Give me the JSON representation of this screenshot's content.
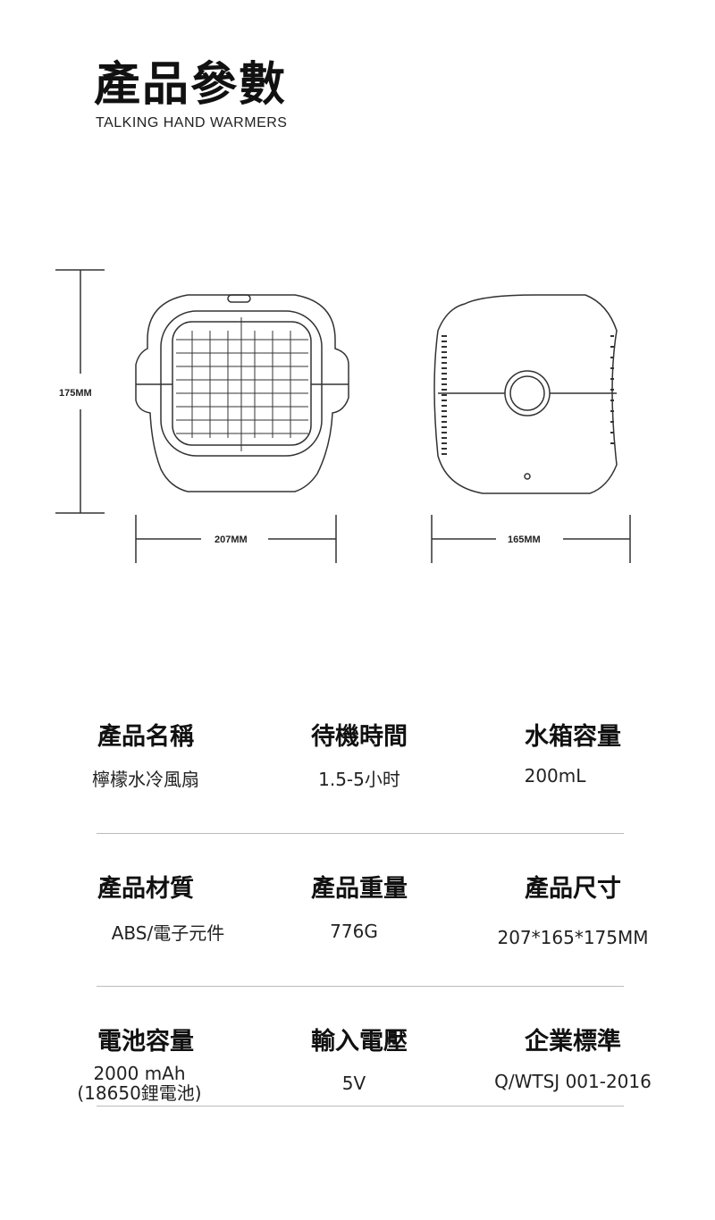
{
  "header": {
    "title": "產品參數",
    "subtitle": "TALKING HAND WARMERS"
  },
  "diagram": {
    "height_label": "175MM",
    "front_width_label": "207MM",
    "side_width_label": "165MM"
  },
  "specs": [
    {
      "label": "產品名稱",
      "value": "檸檬水冷風扇"
    },
    {
      "label": "待機時間",
      "value": "1.5-5小时"
    },
    {
      "label": "水箱容量",
      "value": "200mL"
    },
    {
      "label": "產品材質",
      "value": "ABS/電子元件"
    },
    {
      "label": "產品重量",
      "value": "776G"
    },
    {
      "label": "產品尺寸",
      "value": "207*165*175MM"
    },
    {
      "label": "電池容量",
      "value": "2000 mAh",
      "value2": "(18650鋰電池)"
    },
    {
      "label": "輸入電壓",
      "value": "5V"
    },
    {
      "label": "企業標準",
      "value": "Q/WTSJ 001-2016"
    }
  ]
}
